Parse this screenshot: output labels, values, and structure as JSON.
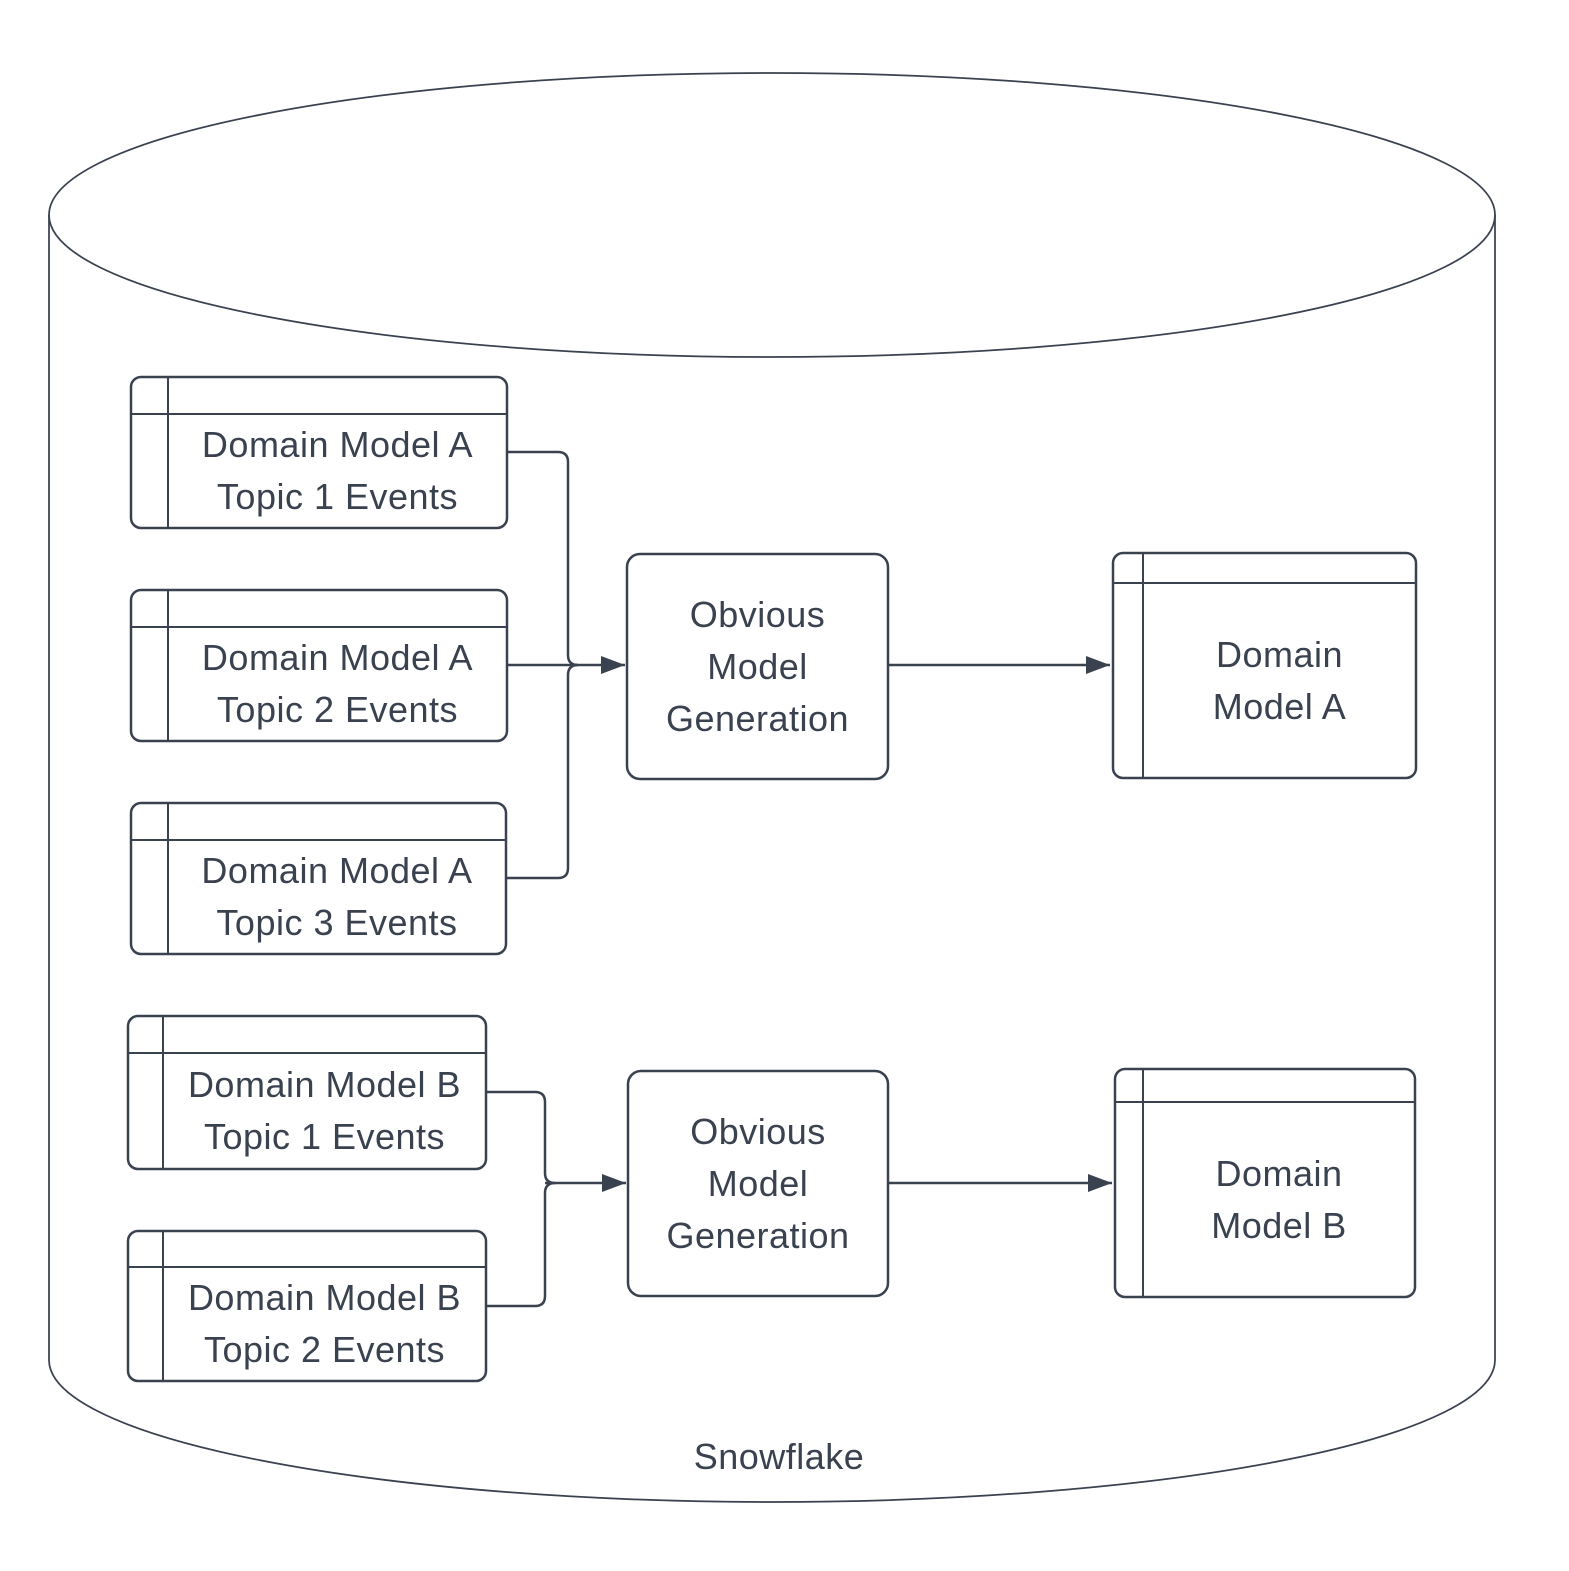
{
  "diagram": {
    "container_label": "Snowflake",
    "colors": {
      "stroke": "#3a414f",
      "text": "#3a414f",
      "background": "#ffffff"
    },
    "group_a": {
      "sources": [
        {
          "label": "Domain Model A\nTopic 1 Events"
        },
        {
          "label": "Domain Model A\nTopic 2 Events"
        },
        {
          "label": "Domain Model A\nTopic 3 Events"
        }
      ],
      "process": {
        "label": "Obvious\nModel\nGeneration"
      },
      "output": {
        "label": "Domain\nModel A"
      }
    },
    "group_b": {
      "sources": [
        {
          "label": "Domain Model B\nTopic 1 Events"
        },
        {
          "label": "Domain Model B\nTopic 2 Events"
        }
      ],
      "process": {
        "label": "Obvious\nModel\nGeneration"
      },
      "output": {
        "label": "Domain\nModel B"
      }
    }
  }
}
